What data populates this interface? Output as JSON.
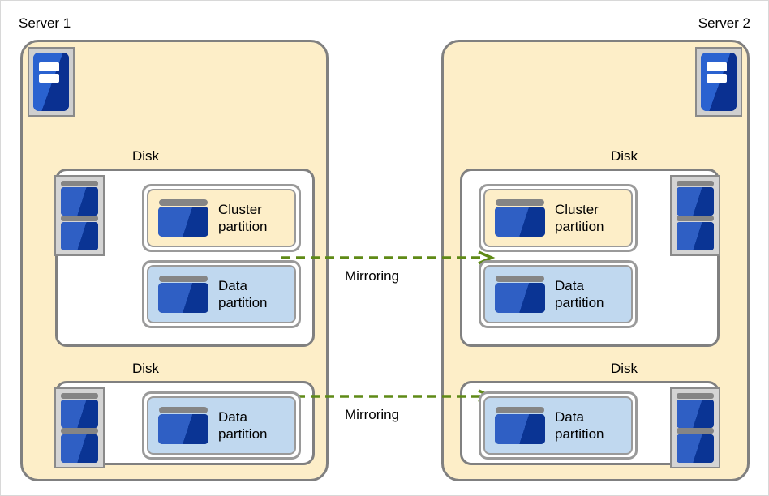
{
  "diagram": {
    "title_left": "Server 1",
    "title_right": "Server 2",
    "colors": {
      "server_fill": "#fdeec8",
      "server_border": "#808080",
      "disk_box_fill": "#ffffff",
      "cluster_partition_fill": "#fdeec8",
      "data_partition_fill": "#c0d8ef",
      "partition_border": "#9a9a9a",
      "icon_blue_light": "#2f5fc4",
      "icon_blue_dark": "#0a3494",
      "icon_gray": "#858585",
      "arrow_green": "#5f8a16",
      "page_background": "#ffffff"
    },
    "servers": [
      {
        "name": "Server 1",
        "icon": "server-icon",
        "icon_side": "left",
        "disks": [
          {
            "label": "Disk",
            "icon": "disk-icon",
            "icon_side": "left",
            "partitions": [
              {
                "type": "cluster",
                "label": "Cluster\npartition",
                "icon": "partition-disk-icon"
              },
              {
                "type": "data",
                "label": "Data\npartition",
                "icon": "partition-disk-icon"
              }
            ]
          },
          {
            "label": "Disk",
            "icon": "disk-icon",
            "icon_side": "left",
            "partitions": [
              {
                "type": "data",
                "label": "Data\npartition",
                "icon": "partition-disk-icon"
              }
            ]
          }
        ]
      },
      {
        "name": "Server 2",
        "icon": "server-icon",
        "icon_side": "right",
        "disks": [
          {
            "label": "Disk",
            "icon": "disk-icon",
            "icon_side": "right",
            "partitions": [
              {
                "type": "cluster",
                "label": "Cluster\npartition",
                "icon": "partition-disk-icon"
              },
              {
                "type": "data",
                "label": "Data\npartition",
                "icon": "partition-disk-icon"
              }
            ]
          },
          {
            "label": "Disk",
            "icon": "disk-icon",
            "icon_side": "right",
            "partitions": [
              {
                "type": "data",
                "label": "Data\npartition",
                "icon": "partition-disk-icon"
              }
            ]
          }
        ]
      }
    ],
    "connections": [
      {
        "label": "Mirroring",
        "from": "server1-disk1-data-partition",
        "to": "server2-disk1-data-partition",
        "style": "dashed",
        "direction": "right"
      },
      {
        "label": "Mirroring",
        "from": "server1-disk2-data-partition",
        "to": "server2-disk2-data-partition",
        "style": "dashed",
        "direction": "right"
      }
    ]
  }
}
